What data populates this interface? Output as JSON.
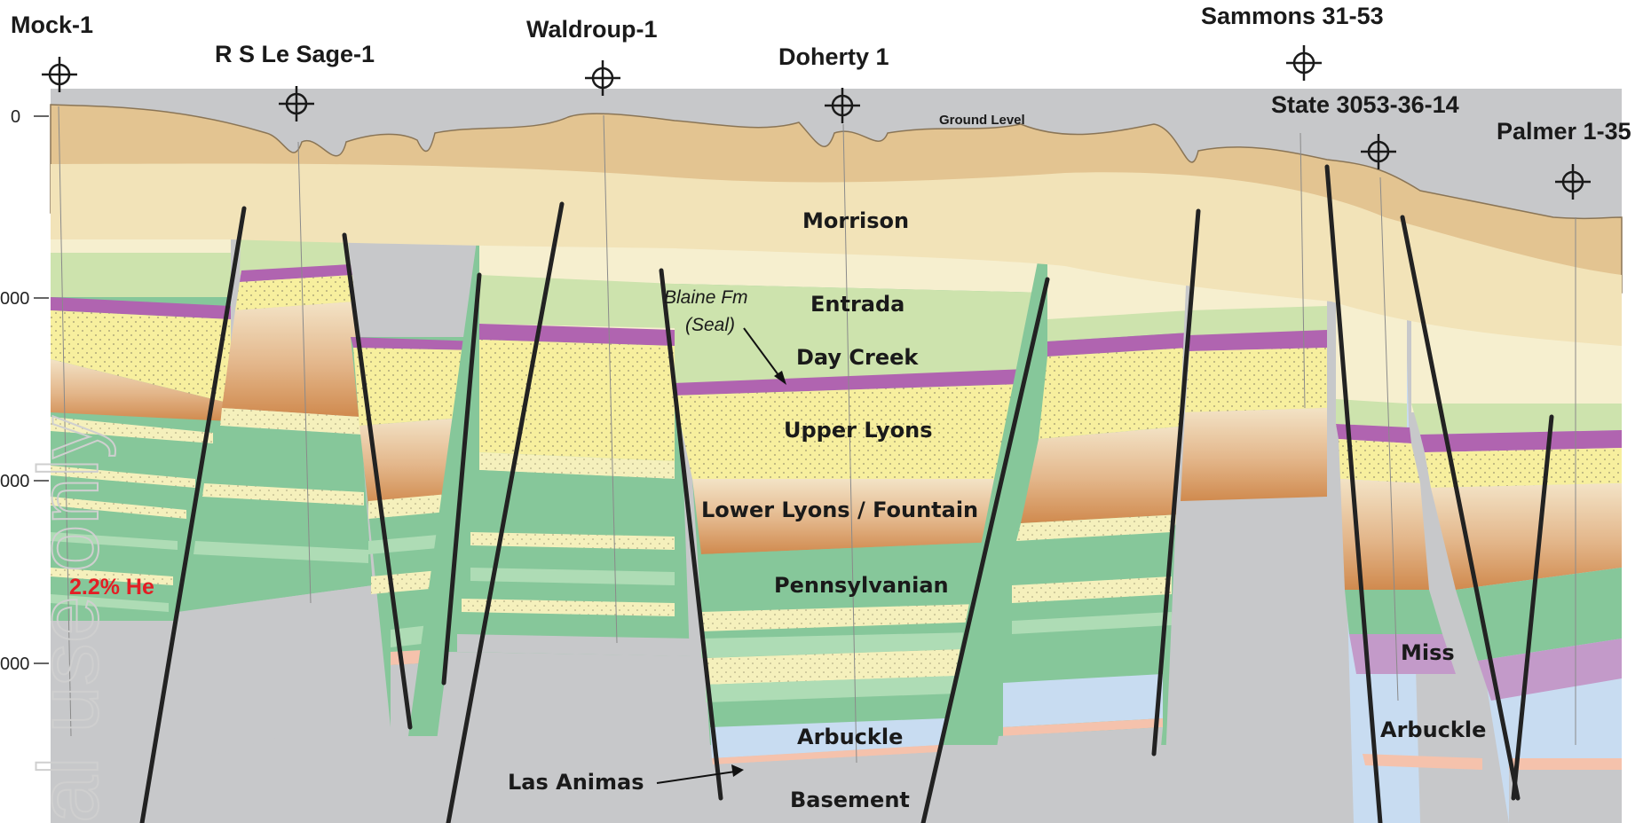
{
  "wells": [
    {
      "name": "Mock-1"
    },
    {
      "name": "R S Le Sage-1"
    },
    {
      "name": "Waldroup-1"
    },
    {
      "name": "Doherty 1"
    },
    {
      "name": "Sammons 31-53"
    },
    {
      "name": "State 3053-36-14"
    },
    {
      "name": "Palmer 1-35"
    }
  ],
  "depth_axis": {
    "ticks": [
      "0",
      "000",
      "000",
      "000"
    ]
  },
  "labels": {
    "ground_level": "Ground Level",
    "morrison": "Morrison",
    "entrada": "Entrada",
    "blaine_line1": "Blaine Fm",
    "blaine_line2": "(Seal)",
    "day_creek": "Day Creek",
    "upper_lyons": "Upper Lyons",
    "lower_lyons": "Lower Lyons / Fountain",
    "pennsylvanian": "Pennsylvanian",
    "miss": "Miss",
    "arbuckle_center": "Arbuckle",
    "arbuckle_right": "Arbuckle",
    "las_animas": "Las Animas",
    "basement": "Basement",
    "helium": "2.2% He"
  },
  "watermark": "al use only",
  "colors": {
    "surface": "#e3c491",
    "morrison": "#f2e3b8",
    "entrada": "#f6efcf",
    "day_creek": "#cde3ad",
    "blaine_seal": "#b064b0",
    "upper_lyons": "#f7ef9e",
    "lower_lyons_top": "#f0dcbc",
    "lower_lyons_bottom": "#d6935a",
    "penn_dark": "#86c79a",
    "penn_light": "#aedcb5",
    "sand_band": "#f5f0bc",
    "miss": "#c39ac9",
    "arbuckle": "#c8dcf1",
    "las_animas": "#f5c2ac",
    "basement": "#c7c8ca",
    "fault": "#222222",
    "helium_text": "#e31e24"
  }
}
